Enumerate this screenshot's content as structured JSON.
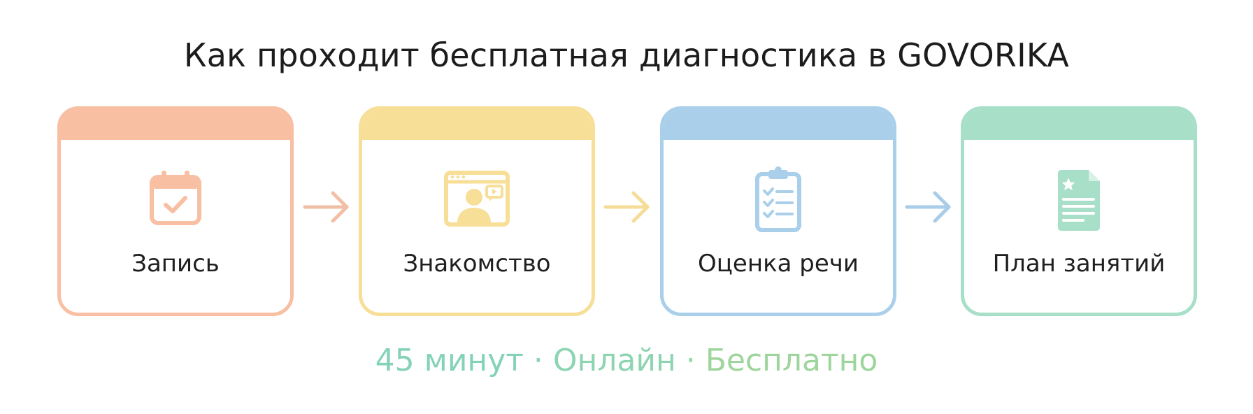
{
  "title": "Как проходит бесплатная диагностика в GOVORIKA",
  "colors": {
    "peach": "#f8bfa2",
    "yellow": "#f7df97",
    "blue": "#a9cfea",
    "green": "#a7dfc8",
    "footer_start": "#84d2b9",
    "footer_end": "#9ed59c"
  },
  "steps": [
    {
      "label": "Запись",
      "icon": "calendar-check-icon",
      "color": "#f8bfa2"
    },
    {
      "label": "Знакомство",
      "icon": "video-call-icon",
      "color": "#f7df97"
    },
    {
      "label": "Оценка речи",
      "icon": "clipboard-checklist-icon",
      "color": "#a9cfea"
    },
    {
      "label": "План занятий",
      "icon": "document-star-icon",
      "color": "#a7dfc8"
    }
  ],
  "arrows": [
    {
      "icon": "arrow-right-icon",
      "color": "#f1bfa6"
    },
    {
      "icon": "arrow-right-icon",
      "color": "#f5dc98"
    },
    {
      "icon": "arrow-right-icon",
      "color": "#a9cce8"
    }
  ],
  "footer": {
    "part1": "45 минут",
    "sep1": "·",
    "part2": "Онлайн",
    "sep2": "·",
    "part3": "Бесплатно"
  }
}
